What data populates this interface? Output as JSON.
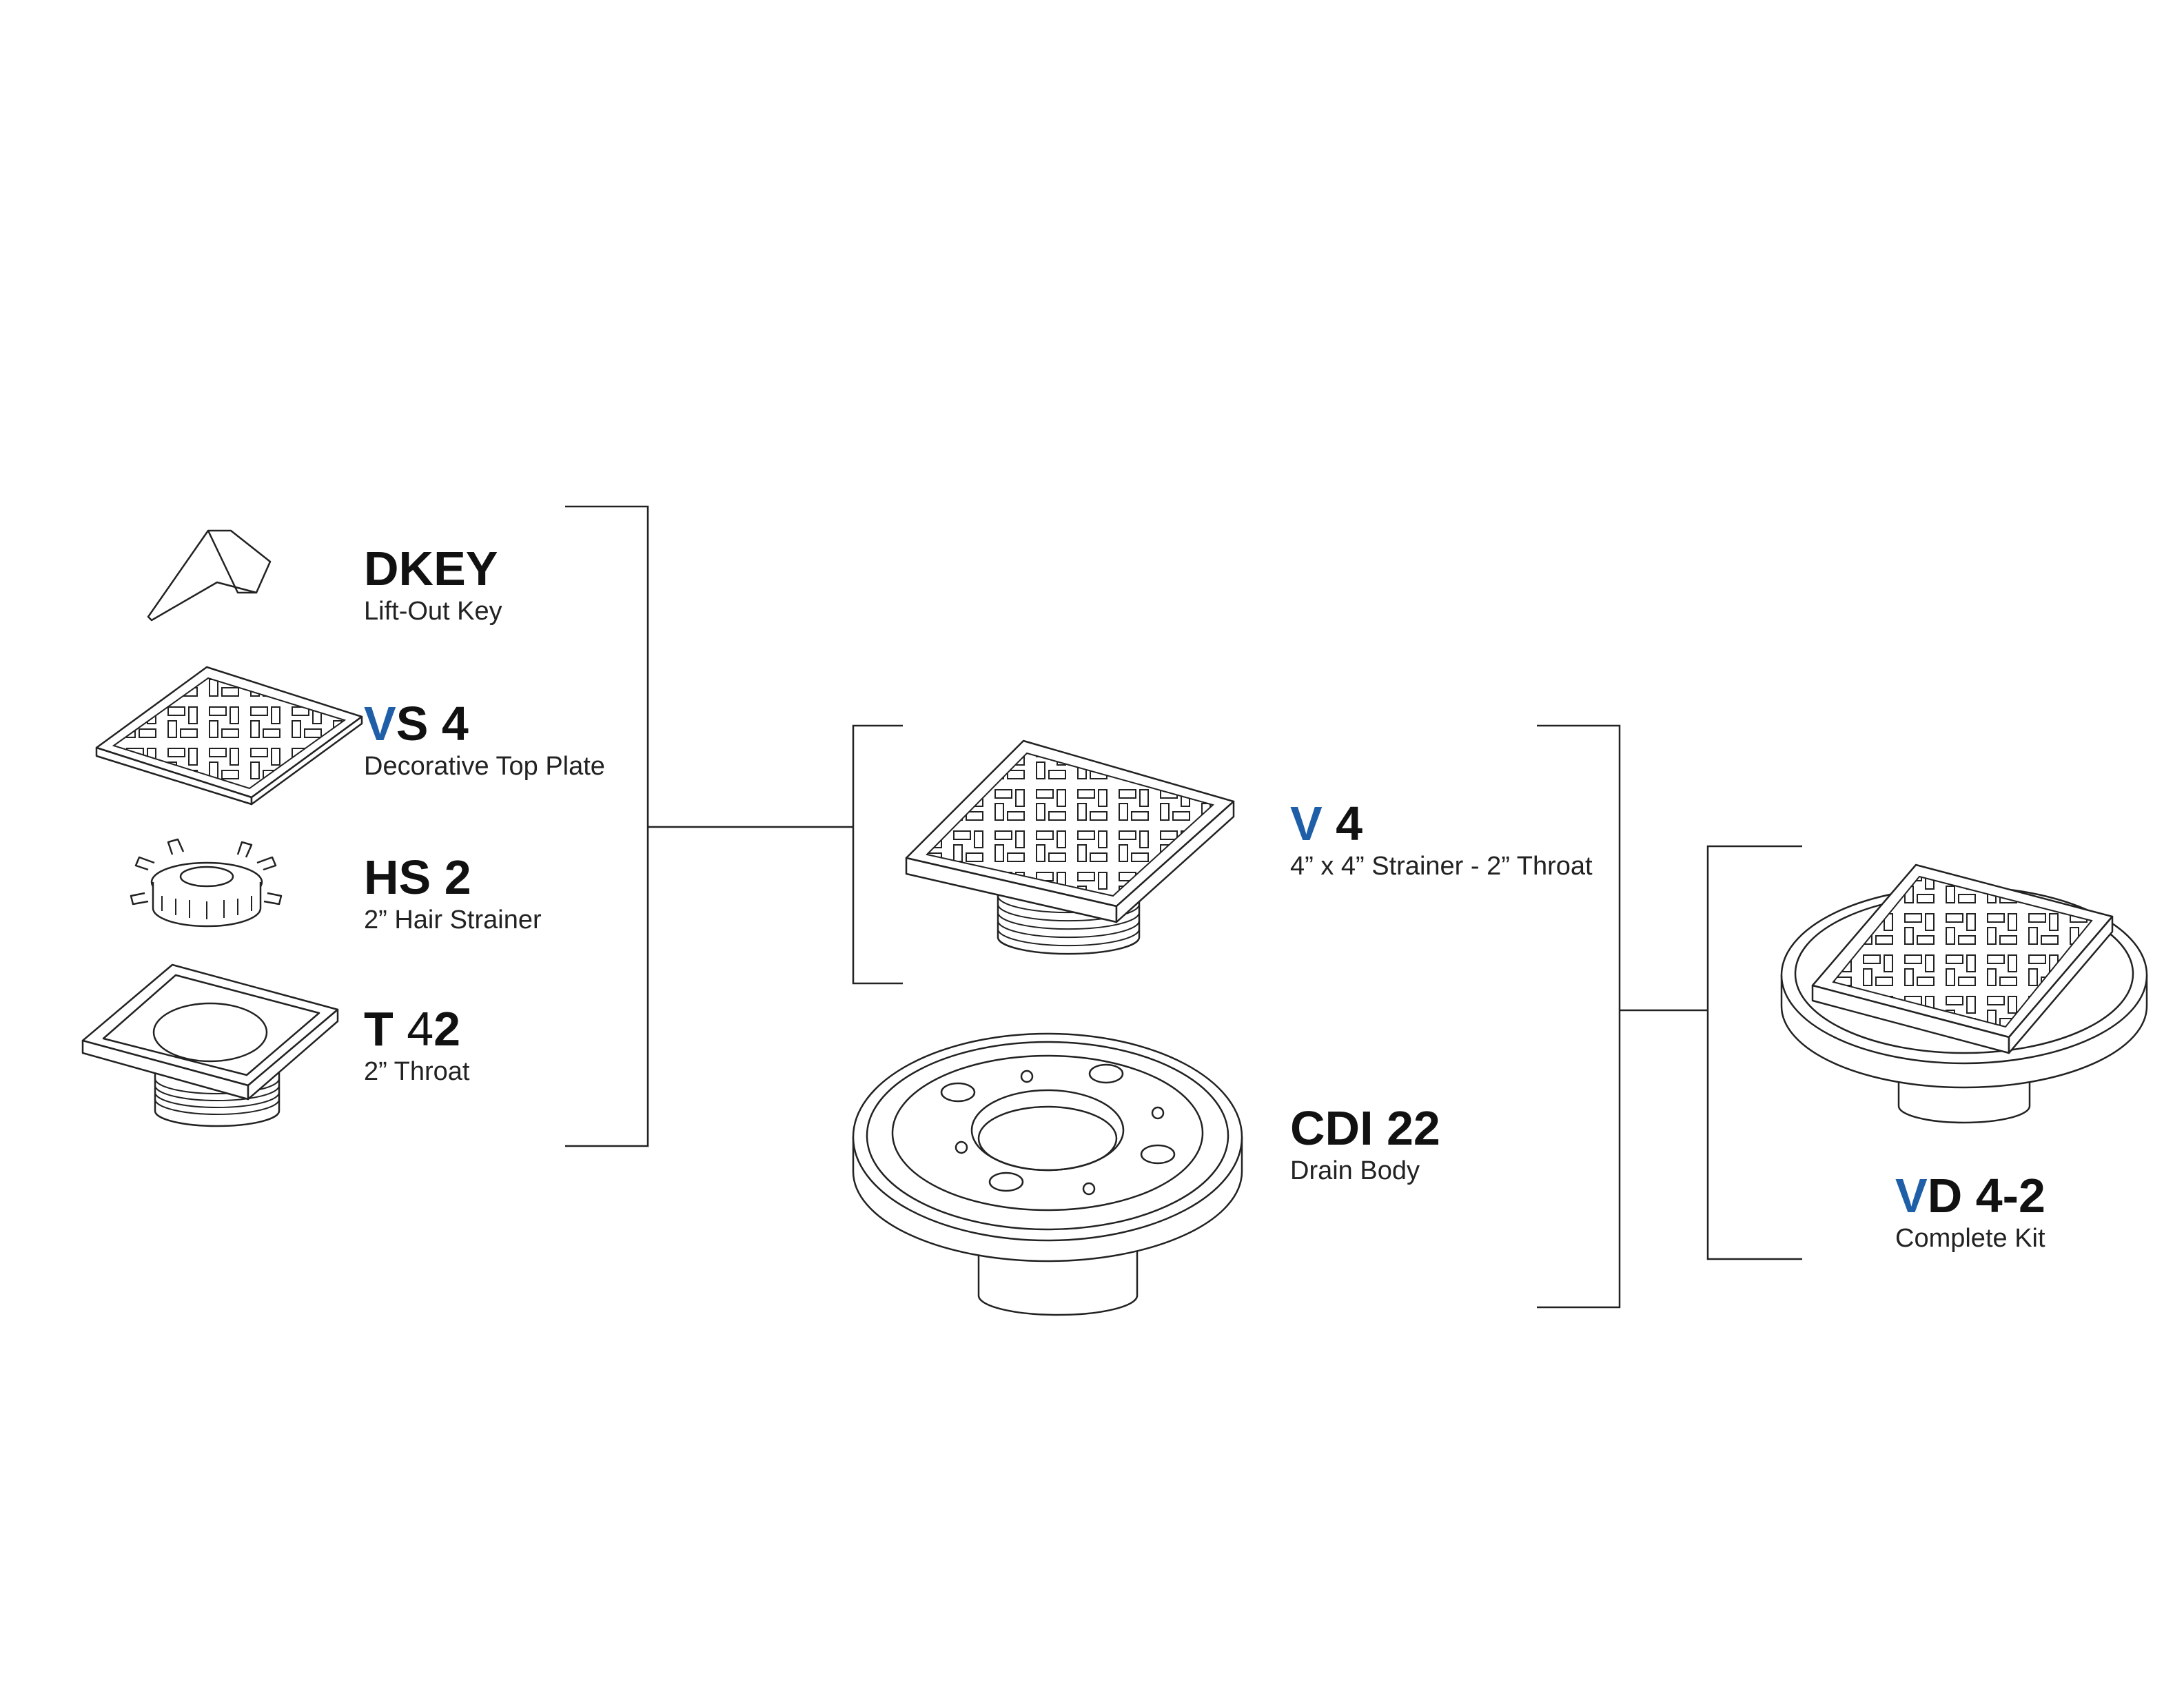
{
  "components": {
    "dkey": {
      "code": "DKEY",
      "desc": "Lift-Out Key"
    },
    "vs4": {
      "code_accent": "V",
      "code_rest": "S 4",
      "desc": "Decorative Top Plate"
    },
    "hs2": {
      "code": "HS 2",
      "desc": "2” Hair Strainer"
    },
    "t42": {
      "code_bold": "T ",
      "code_thin": "4",
      "code_bold2": "2",
      "desc": "2” Throat"
    },
    "v4": {
      "code_accent": "V",
      "code_rest": " 4",
      "desc": "4” x 4” Strainer - 2” Throat"
    },
    "cdi22": {
      "code": "CDI 22",
      "desc": "Drain Body"
    },
    "vd42": {
      "code_accent": "V",
      "code_rest": "D 4-2",
      "desc": "Complete Kit"
    }
  },
  "colors": {
    "accent": "#1f5fa8",
    "line": "#222222",
    "text": "#111111"
  }
}
